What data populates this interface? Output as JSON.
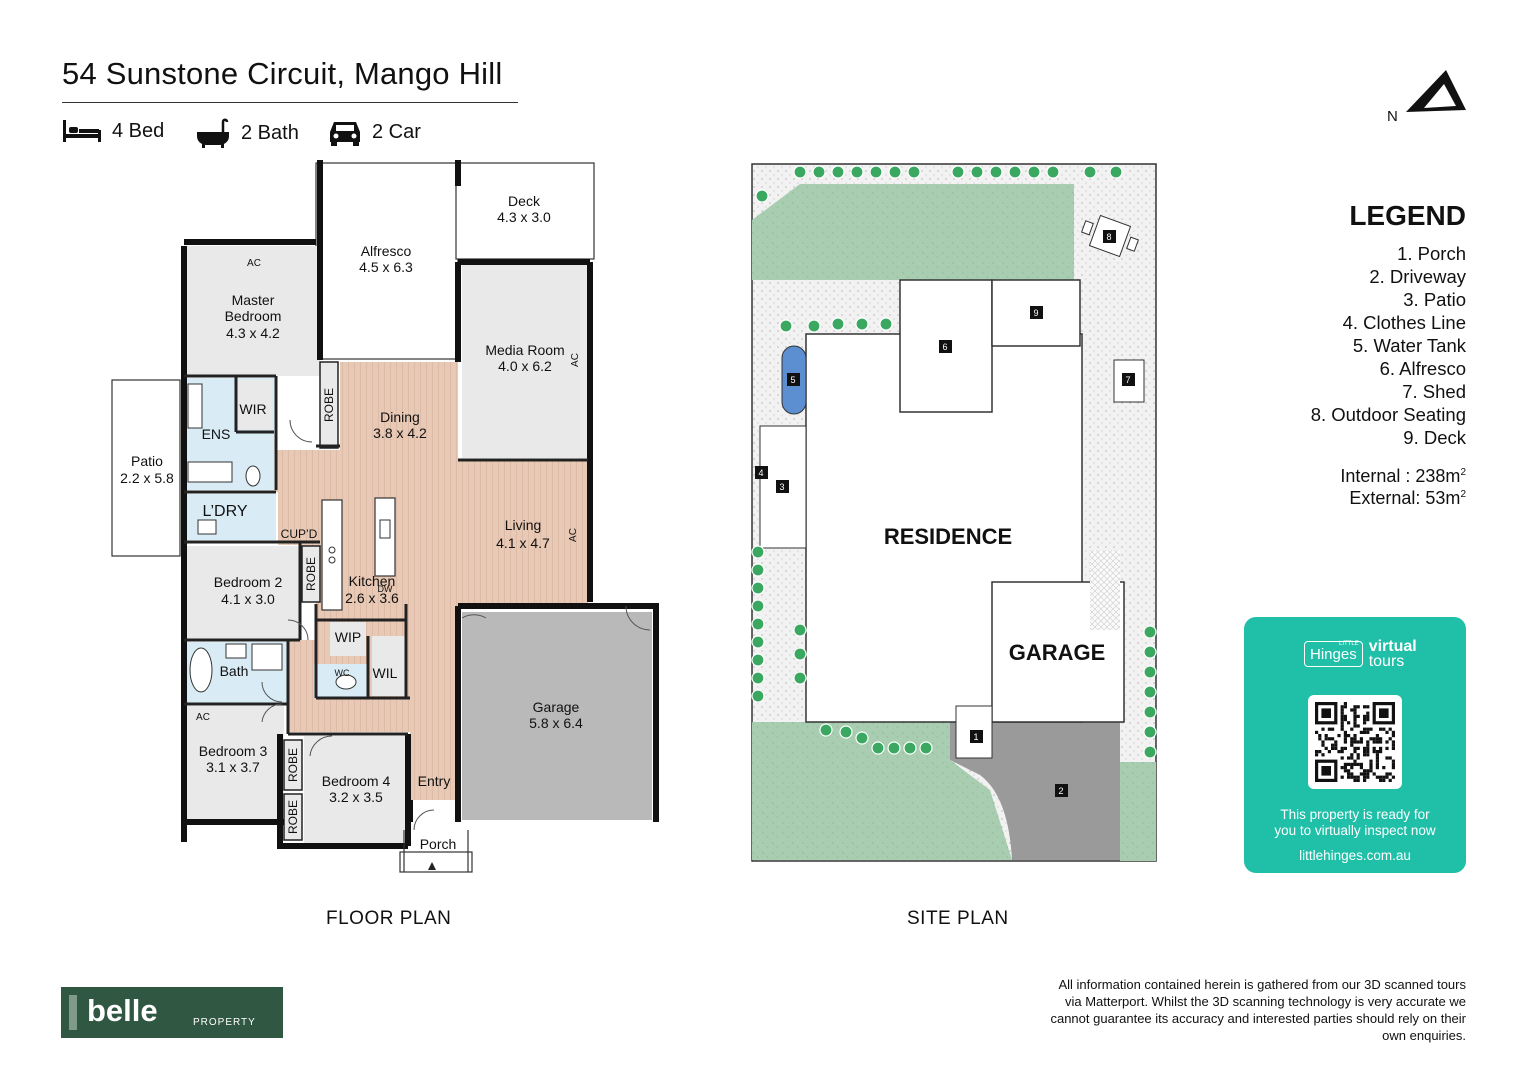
{
  "title": "54 Sunstone Circuit, Mango Hill",
  "specs": [
    {
      "icon": "bed-icon",
      "label": "4 Bed"
    },
    {
      "icon": "bath-icon",
      "label": "2 Bath"
    },
    {
      "icon": "car-icon",
      "label": "2 Car"
    }
  ],
  "north_label": "N",
  "floor_plan": {
    "label": "FLOOR PLAN",
    "rooms": [
      {
        "name": "Alfresco",
        "dims": "4.5 x 6.3"
      },
      {
        "name": "Deck",
        "dims": "4.3 x 3.0"
      },
      {
        "name": "Master",
        "name2": "Bedroom",
        "dims": "4.3 x 4.2"
      },
      {
        "name": "Media Room",
        "dims": "4.0 x 6.2"
      },
      {
        "name": "Dining",
        "dims": "3.8 x 4.2"
      },
      {
        "name": "Patio",
        "dims": "2.2 x 5.8"
      },
      {
        "name": "Living",
        "dims": "4.1 x 4.7"
      },
      {
        "name": "Bedroom 2",
        "dims": "4.1 x 3.0"
      },
      {
        "name": "Kitchen",
        "dims": "2.6 x 3.6"
      },
      {
        "name": "Garage",
        "dims": "5.8 x 6.4"
      },
      {
        "name": "Bedroom 3",
        "dims": "3.1 x 3.7"
      },
      {
        "name": "Bedroom 4",
        "dims": "3.2 x 3.5"
      }
    ],
    "small_labels": {
      "ac": "AC",
      "wir": "WIR",
      "ens": "ENS",
      "robe": "ROBE",
      "ldry": "L’DRY",
      "cupd": "CUP’D",
      "dw": "DW",
      "wip": "WIP",
      "wc": "WC",
      "wil": "WIL",
      "bath": "Bath",
      "entry": "Entry",
      "porch": "Porch"
    }
  },
  "site_plan": {
    "label": "SITE PLAN",
    "residence": "RESIDENCE",
    "garage": "GARAGE",
    "markers": [
      "1",
      "2",
      "3",
      "4",
      "5",
      "6",
      "7",
      "8",
      "9"
    ]
  },
  "legend": {
    "title": "LEGEND",
    "items": [
      "1. Porch",
      "2. Driveway",
      "3. Patio",
      "4. Clothes Line",
      "5. Water Tank",
      "6. Alfresco",
      "7. Shed",
      "8. Outdoor Seating",
      "9. Deck"
    ],
    "internal": "Internal : 238m",
    "external": "External:  53m",
    "sup": "2"
  },
  "virtual_tours": {
    "brand_small": "LITTLE",
    "brand": "Hinges",
    "product_line1": "virtual",
    "product_line2": "tours",
    "message_line1": "This property is ready for",
    "message_line2": "you to virtually inspect now",
    "url": "littlehinges.com.au"
  },
  "logo": {
    "word": "belle",
    "sub": "PROPERTY"
  },
  "disclaimer": "All information contained herein is gathered from our 3D scanned tours via Matterport. Whilst the 3D scanning technology is very accurate we cannot guarantee its accuracy and interested parties should rely on their own enquiries.",
  "colors": {
    "floor_wood": "#e8c9b5",
    "wet_area": "#d9ecf6",
    "room_grey": "#e9e9e9",
    "garage_grey": "#b9b9b9",
    "lawn": "#a9cdb0",
    "driveway": "#9a9a9a",
    "tank": "#5b8fd1",
    "teal": "#1fbfa8",
    "belle_green": "#2f5741"
  }
}
